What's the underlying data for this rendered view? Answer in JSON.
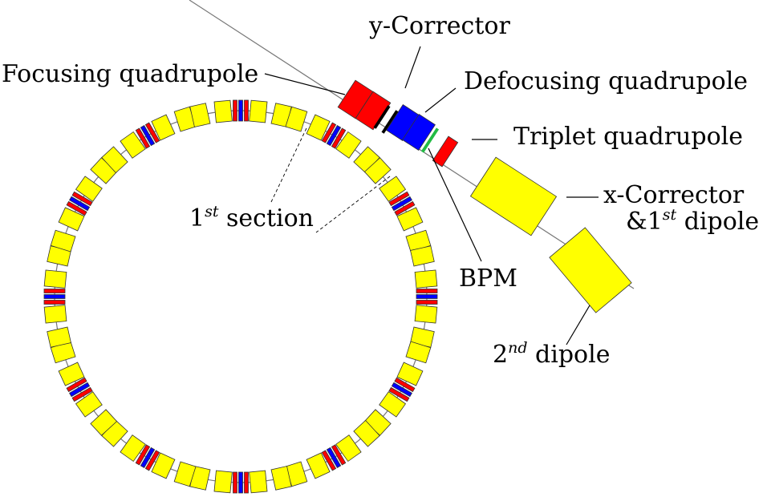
{
  "diagram": {
    "labels": {
      "y_corrector": "y-Corrector",
      "focusing_quadrupole": "Focusing quadrupole",
      "defocusing_quadrupole": "Defocusing quadrupole",
      "triplet_quadrupole": "Triplet quadrupole",
      "x_corrector_line1": "x-Corrector",
      "x_corrector_line2_prefix": "&1",
      "x_corrector_line2_sup": "st",
      "x_corrector_line2_suffix": " dipole",
      "first_section_prefix": "1",
      "first_section_sup": "st",
      "first_section_suffix": " section",
      "bpm": "BPM",
      "second_dipole_prefix": "2",
      "second_dipole_sup": "nd",
      "second_dipole_suffix": " dipole"
    },
    "colors": {
      "dipole": "#ffff00",
      "focusing_quadrupole": "#ff0000",
      "defocusing_quadrupole": "#0000ff",
      "bpm_strip": "#22bb44",
      "outline": "#333333",
      "beam_line": "#777777"
    }
  }
}
